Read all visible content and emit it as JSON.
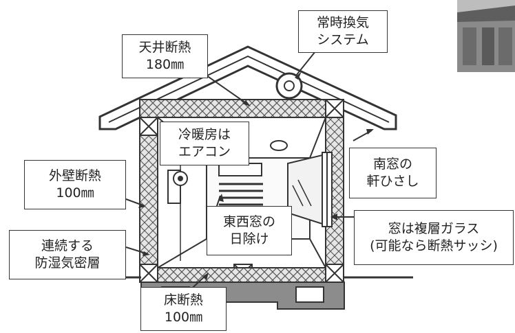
{
  "diagram": {
    "labels": {
      "vent": {
        "lines": [
          "常時換気",
          "システム"
        ]
      },
      "ceiling": {
        "lines": [
          "天井断熱",
          "180㎜"
        ]
      },
      "ac": {
        "lines": [
          "冷暖房は",
          "エアコン"
        ]
      },
      "eaves": {
        "lines": [
          "南窓の",
          "軒ひさし"
        ]
      },
      "wall": {
        "lines": [
          "外壁断熱",
          "100㎜"
        ]
      },
      "shade": {
        "lines": [
          "東西窓の",
          "日除け"
        ]
      },
      "glass": {
        "lines": [
          "窓は複層ガラス",
          "(可能なら断熱サッシ)"
        ]
      },
      "vapor": {
        "lines": [
          "連続する",
          "防湿気密層"
        ]
      },
      "floor": {
        "lines": [
          "床断熱",
          "100㎜"
        ]
      }
    },
    "colors": {
      "line": "#333333",
      "insulation": "#d9d9d9",
      "foundation": "#8c8c8c",
      "photo": "#7a7a7a"
    }
  }
}
